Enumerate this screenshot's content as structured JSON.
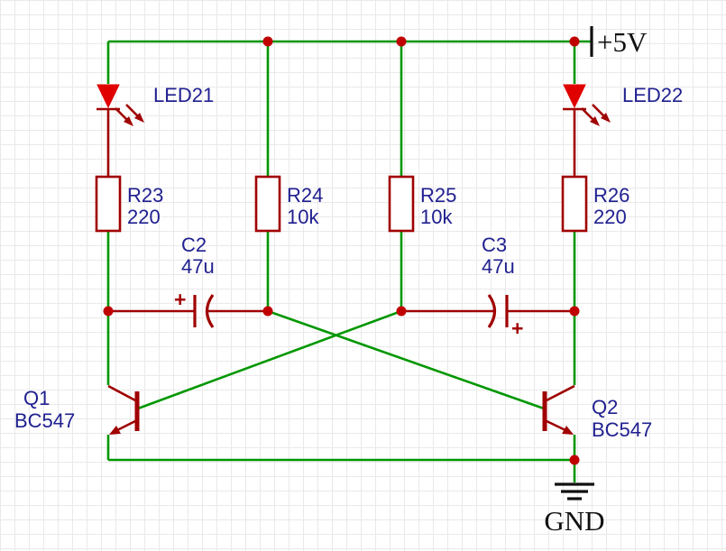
{
  "colors": {
    "background": "#FFFFFF",
    "grid": "#E9E9E9",
    "wire": "#009700",
    "symbol": "#A00000",
    "junction": "#C00000",
    "led_fill": "#E00000",
    "label": "#202090",
    "power_text": "#101010"
  },
  "power": {
    "vcc": "+5V",
    "gnd": "GND"
  },
  "components": {
    "led21": {
      "name": "LED21"
    },
    "led22": {
      "name": "LED22"
    },
    "r23": {
      "name": "R23",
      "value": "220"
    },
    "r24": {
      "name": "R24",
      "value": "10k"
    },
    "r25": {
      "name": "R25",
      "value": "10k"
    },
    "r26": {
      "name": "R26",
      "value": "220"
    },
    "c2": {
      "name": "C2",
      "value": "47u",
      "polarity_mark": "+"
    },
    "c3": {
      "name": "C3",
      "value": "47u",
      "polarity_mark": "+"
    },
    "q1": {
      "name": "Q1",
      "value": "BC547"
    },
    "q2": {
      "name": "Q2",
      "value": "BC547"
    }
  }
}
